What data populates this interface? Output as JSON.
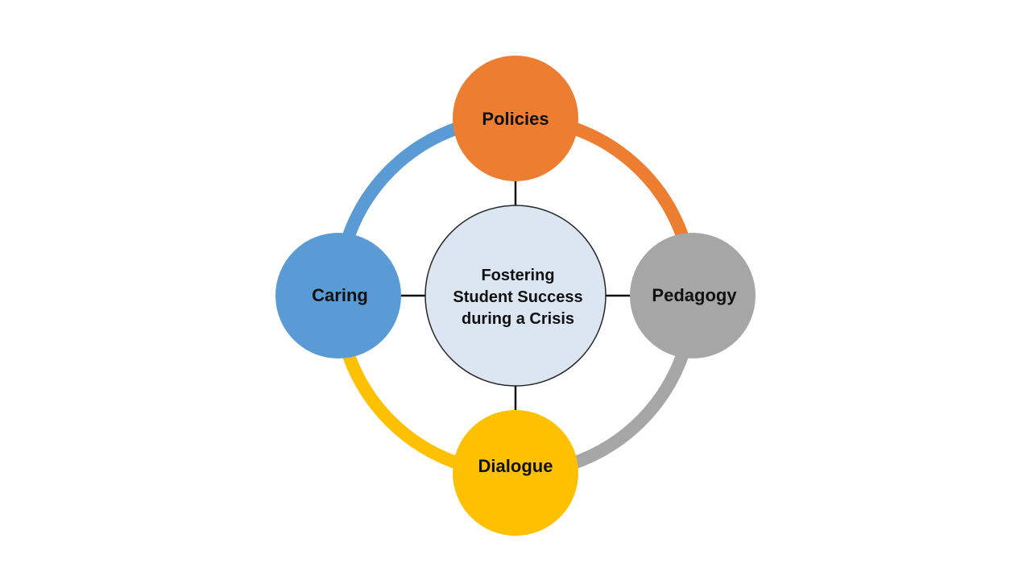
{
  "diagram": {
    "title": "Fostering Student Success during a Crisis",
    "background": "#ffffff",
    "center": {
      "label": "Fostering Student Success during a Crisis",
      "lines": [
        "Fostering",
        "Student Success",
        "during a Crisis"
      ],
      "fill": "#dce6f2",
      "stroke": "#262626"
    },
    "nodes": [
      {
        "id": "policies",
        "label": "Policies",
        "position": "top",
        "color": "#ed7d31"
      },
      {
        "id": "pedagogy",
        "label": "Pedagogy",
        "position": "right",
        "color": "#a6a6a6"
      },
      {
        "id": "dialogue",
        "label": "Dialogue",
        "position": "bottom",
        "color": "#ffc000"
      },
      {
        "id": "caring",
        "label": "Caring",
        "position": "left",
        "color": "#5b9bd5"
      }
    ],
    "arcs": [
      {
        "id": "arc-caring-to-policies",
        "from": "caring",
        "to": "policies",
        "color": "#5b9bd5"
      },
      {
        "id": "arc-policies-to-pedagogy",
        "from": "policies",
        "to": "pedagogy",
        "color": "#ed7d31"
      },
      {
        "id": "arc-pedagogy-to-dialogue",
        "from": "pedagogy",
        "to": "dialogue",
        "color": "#a6a6a6"
      },
      {
        "id": "arc-dialogue-to-caring",
        "from": "dialogue",
        "to": "caring",
        "color": "#ffc000"
      }
    ],
    "connector_color": "#0d0d0d"
  }
}
